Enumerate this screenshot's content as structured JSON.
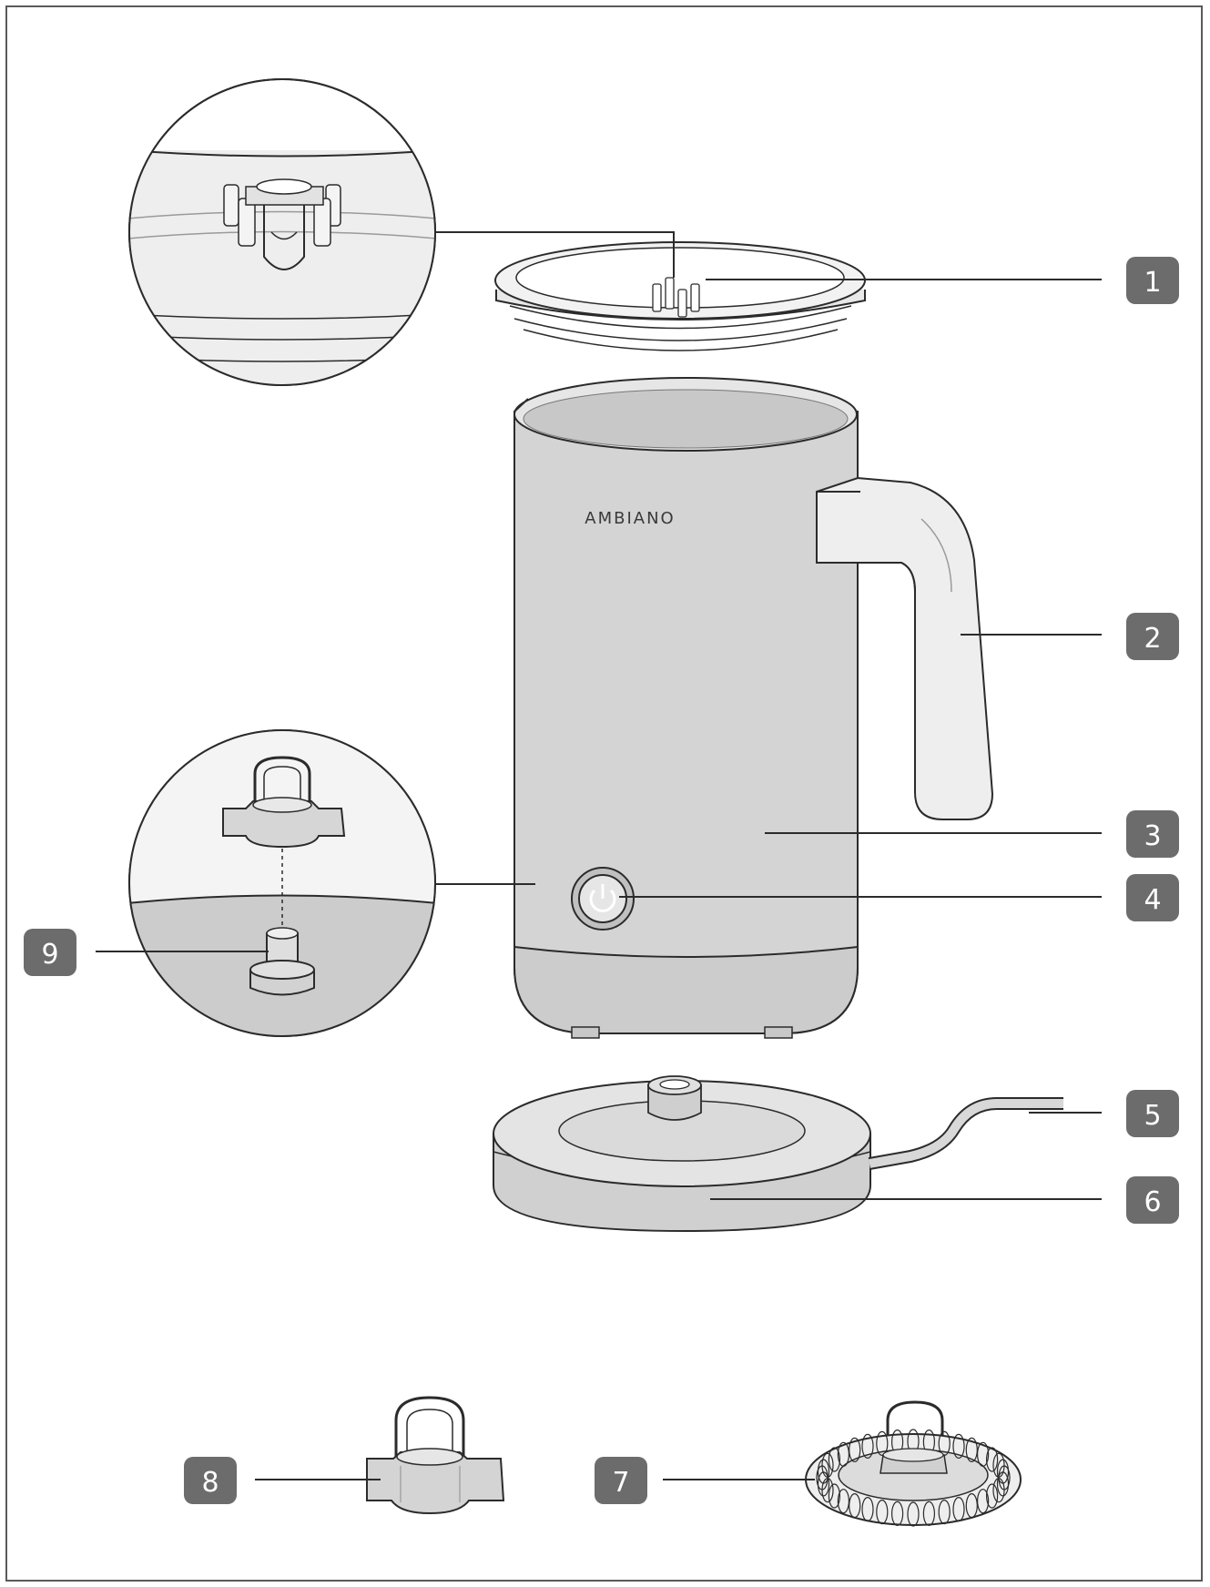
{
  "diagram": {
    "brand_label": "AMBIANO",
    "callouts": [
      {
        "id": "1",
        "label": "1"
      },
      {
        "id": "2",
        "label": "2"
      },
      {
        "id": "3",
        "label": "3"
      },
      {
        "id": "4",
        "label": "4"
      },
      {
        "id": "5",
        "label": "5"
      },
      {
        "id": "6",
        "label": "6"
      },
      {
        "id": "7",
        "label": "7"
      },
      {
        "id": "8",
        "label": "8"
      },
      {
        "id": "9",
        "label": "9"
      }
    ],
    "colors": {
      "stroke": "#2b2b2b",
      "body_fill": "#d4d4d4",
      "light_fill": "#eeeeee",
      "mid_fill": "#c4c4c4",
      "badge_fill": "#6c6c6c"
    }
  }
}
